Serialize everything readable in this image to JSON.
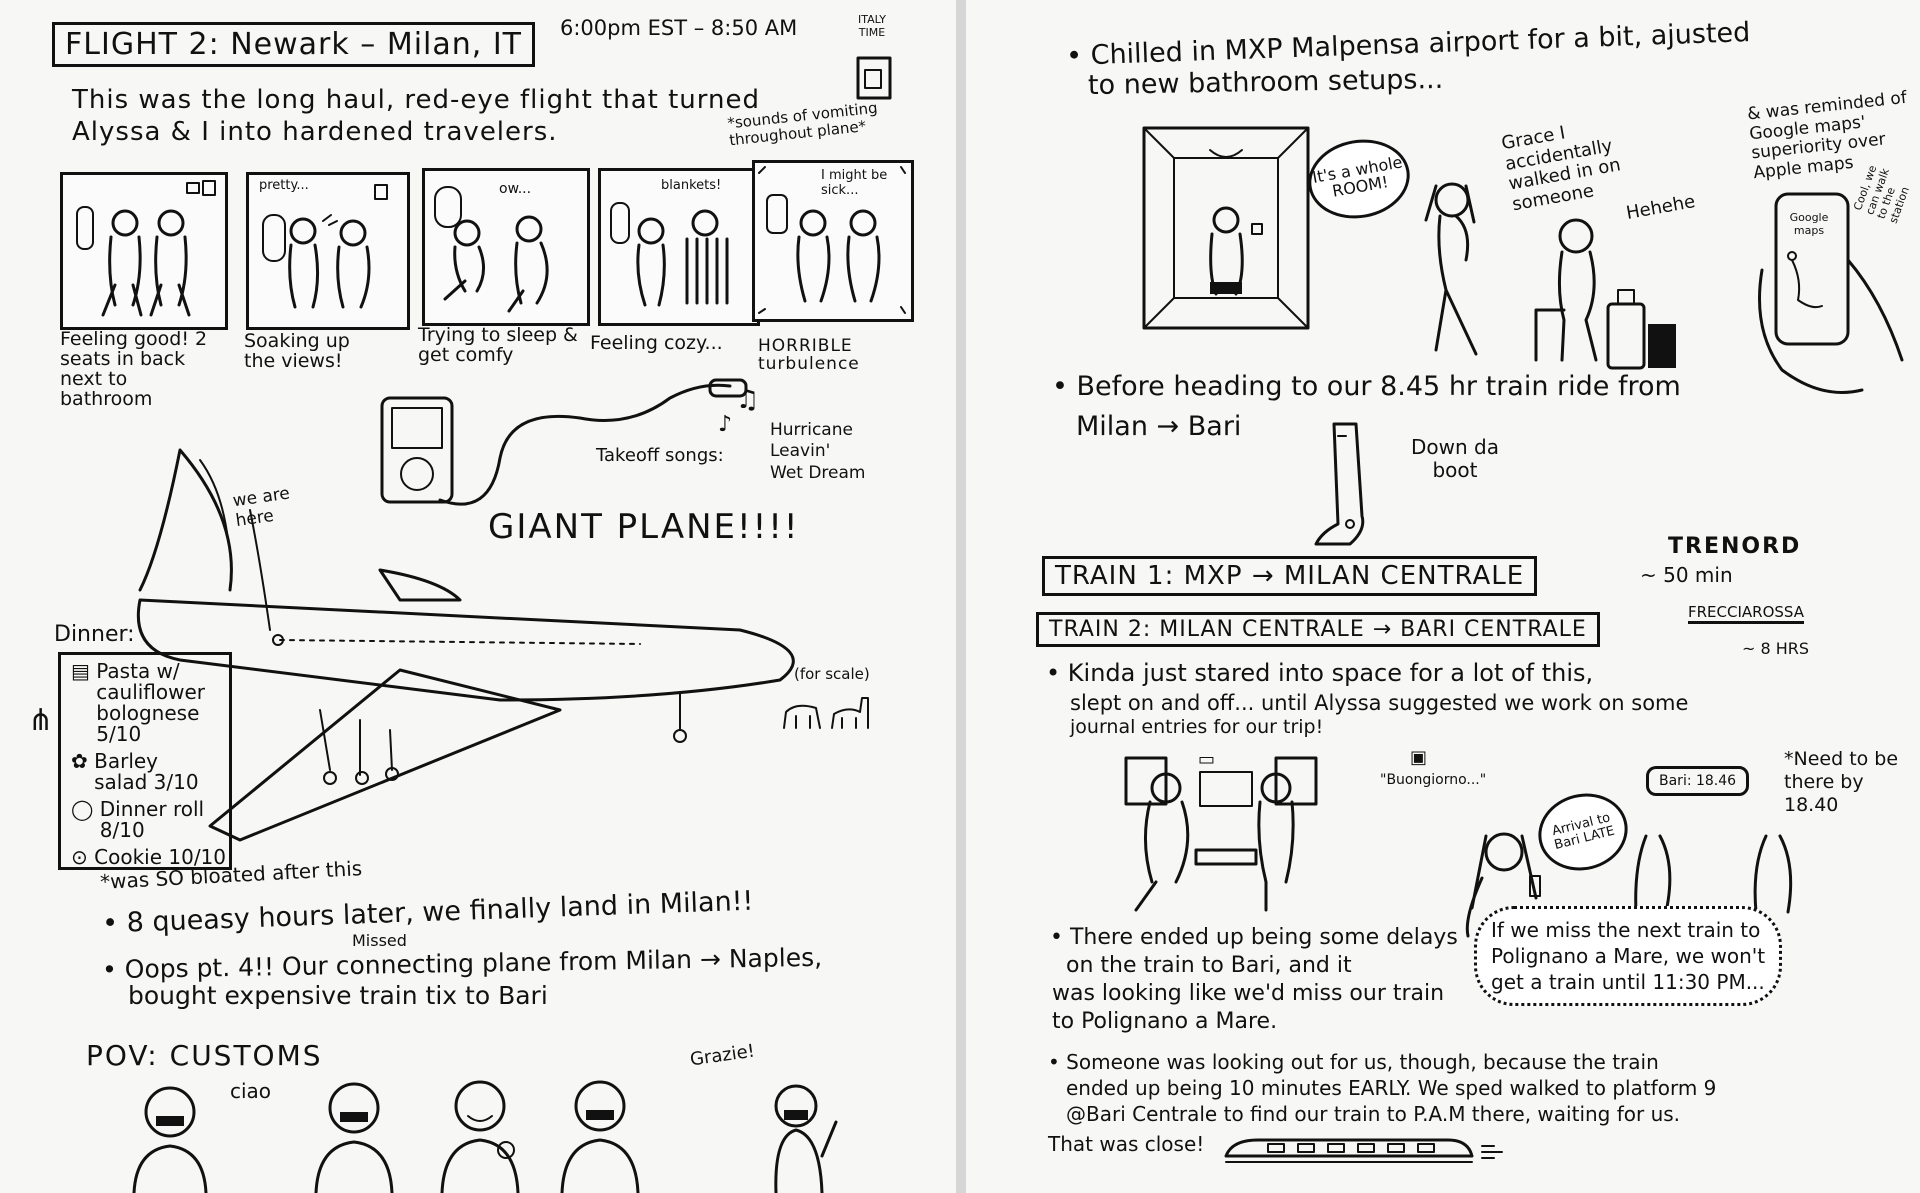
{
  "left_page": {
    "title": "FLIGHT 2: Newark – Milan, IT",
    "time_range": "6:00pm EST – 8:50 AM",
    "time_zone_note": "ITALY TIME",
    "intro_line1": "This was the long haul, red-eye flight that turned",
    "intro_line2": "Alyssa & I into hardened travelers.",
    "vomit_note": "*sounds of vomiting throughout plane*",
    "panels": [
      {
        "caption": "Feeling good! 2 seats in back next to bathroom",
        "speech": ""
      },
      {
        "caption": "Soaking up the views!",
        "speech": "pretty..."
      },
      {
        "caption": "Trying to sleep & get comfy",
        "speech": "ow..."
      },
      {
        "caption": "Feeling cozy...",
        "speech": "blankets!"
      },
      {
        "caption": "HORRIBLE turbulence",
        "speech": "I might be sick..."
      }
    ],
    "takeoff_label": "Takeoff songs:",
    "takeoff_songs": [
      "Hurricane",
      "Leavin'",
      "Wet Dream"
    ],
    "we_are_here": "we are here",
    "giant_plane": "GIANT PLANE!!!!",
    "for_scale": "(for scale)",
    "dinner_label": "Dinner:",
    "dinner_items": [
      "Pasta w/ cauliflower bolognese 5/10",
      "Barley salad 3/10",
      "Dinner roll 8/10",
      "Cookie 10/10"
    ],
    "bloated_note": "*was SO bloated after this",
    "bullet1": "• 8 queasy hours later, we finally land in Milan!!",
    "bullet2_missed": "Missed",
    "bullet2_line1": "• Oops pt. 4!! Our connecting plane from Milan → Naples,",
    "bullet2_line2": "bought expensive train tix to Bari",
    "pov_label": "POV: CUSTOMS",
    "ciao": "ciao",
    "grazie": "Grazie!"
  },
  "right_page": {
    "bullet_top1": "• Chilled in MXP Malpensa airport for a bit, ajusted",
    "bullet_top2": "to new bathroom setups...",
    "whole_room": "It's a whole ROOM!",
    "grace_note": "Grace I accidentally walked in on someone",
    "hehehe": "Hehehe",
    "google_note": "& was reminded of Google maps' superiority over Apple maps",
    "phone_label": "Google maps",
    "walk_note": "Cool, we can walk to the station",
    "before_heading1": "• Before heading to our 8.45 hr train ride from",
    "before_heading2": "Milan → Bari",
    "down_da_boot": "Down da boot",
    "trenord": "TRENORD",
    "train1": "TRAIN 1: MXP → MILAN CENTRALE",
    "train1_time": "~ 50 min",
    "train2": "TRAIN 2: MILAN CENTRALE → BARI CENTRALE",
    "frecciarossa": "FRECCIAROSSA",
    "train2_time": "~ 8 HRS",
    "kinda_line1": "• Kinda just stared into space for a lot of this,",
    "kinda_line2": "slept on and off... until Alyssa suggested we work on some",
    "kinda_line3": "journal entries for our trip!",
    "buongiorno": "\"Buongiorno...\"",
    "bari_sign": "Bari: 18.46",
    "need_note": "*Need to be there by 18.40",
    "arrival_late": "Arrival to Bari LATE",
    "delays1": "• There ended up being some delays",
    "delays2": "on the train to Bari, and it",
    "delays3": "was looking like we'd miss our train",
    "delays4": "to Polignano a Mare.",
    "miss_cloud1": "If we miss the next train to",
    "miss_cloud2": "Polignano a Mare, we won't",
    "miss_cloud3": "get a train until 11:30 PM...",
    "someone1": "• Someone was looking out for us, though, because the train",
    "someone2": "ended up being 10 minutes EARLY. We sped walked to platform 9",
    "someone3": "@Bari Centrale to find our train to P.A.M there, waiting for us.",
    "someone4": "That was close!"
  }
}
